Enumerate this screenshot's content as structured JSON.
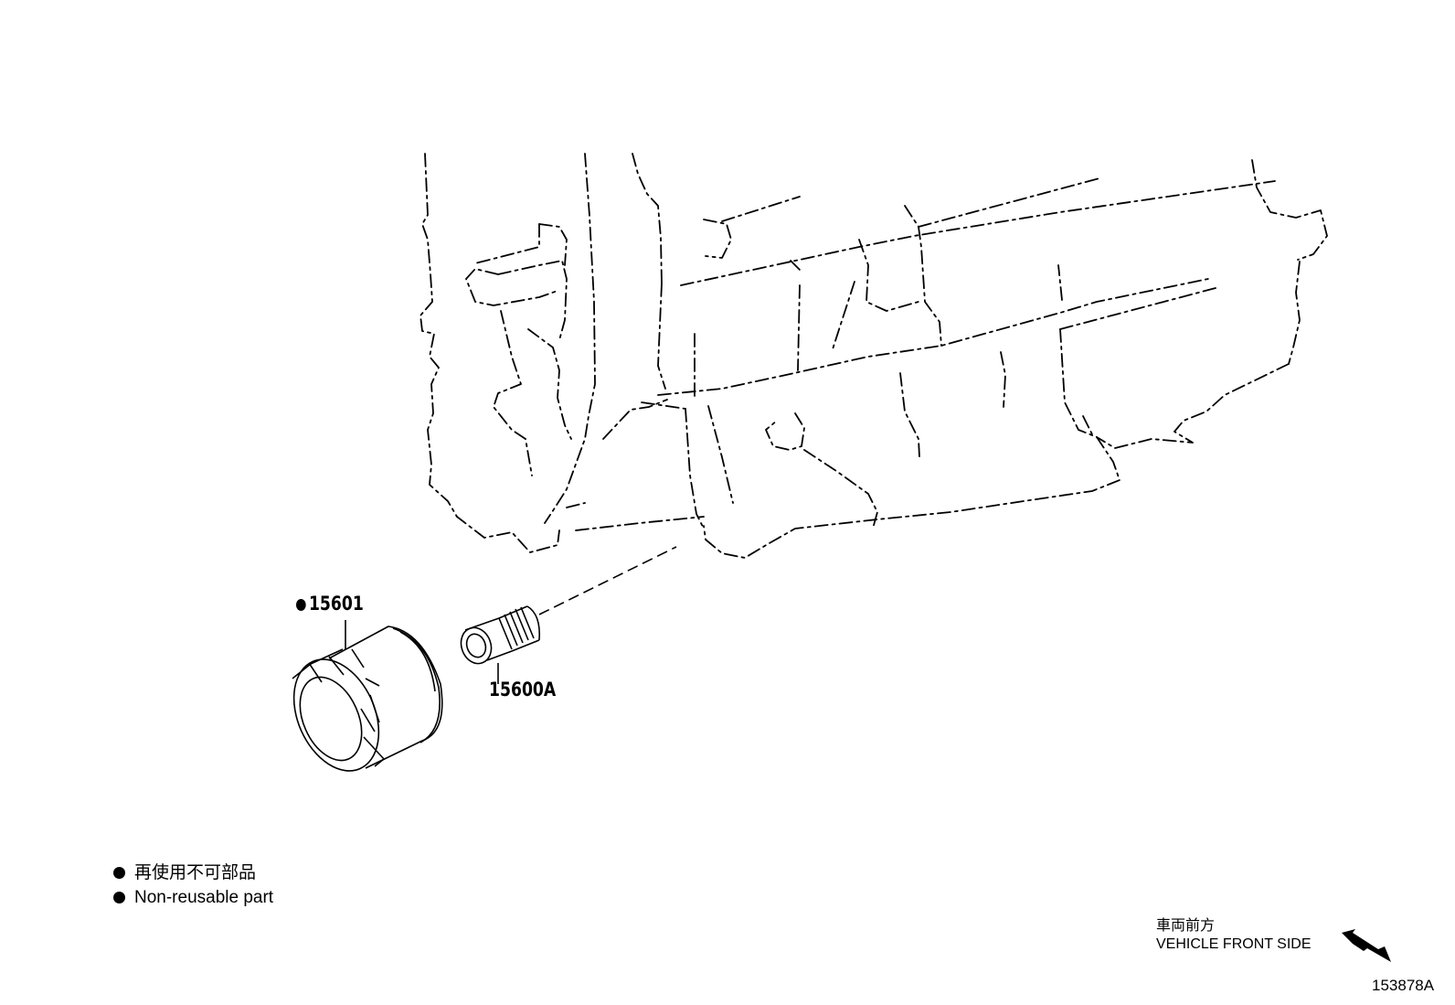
{
  "parts": [
    {
      "number": "15601",
      "non_reusable": true
    },
    {
      "number": "15600A",
      "non_reusable": false
    }
  ],
  "legend": {
    "jp": "再使用不可部品",
    "en": "Non-reusable part"
  },
  "direction": {
    "jp": "車両前方",
    "en": "VEHICLE FRONT SIDE"
  },
  "illustration_code": "153878A"
}
